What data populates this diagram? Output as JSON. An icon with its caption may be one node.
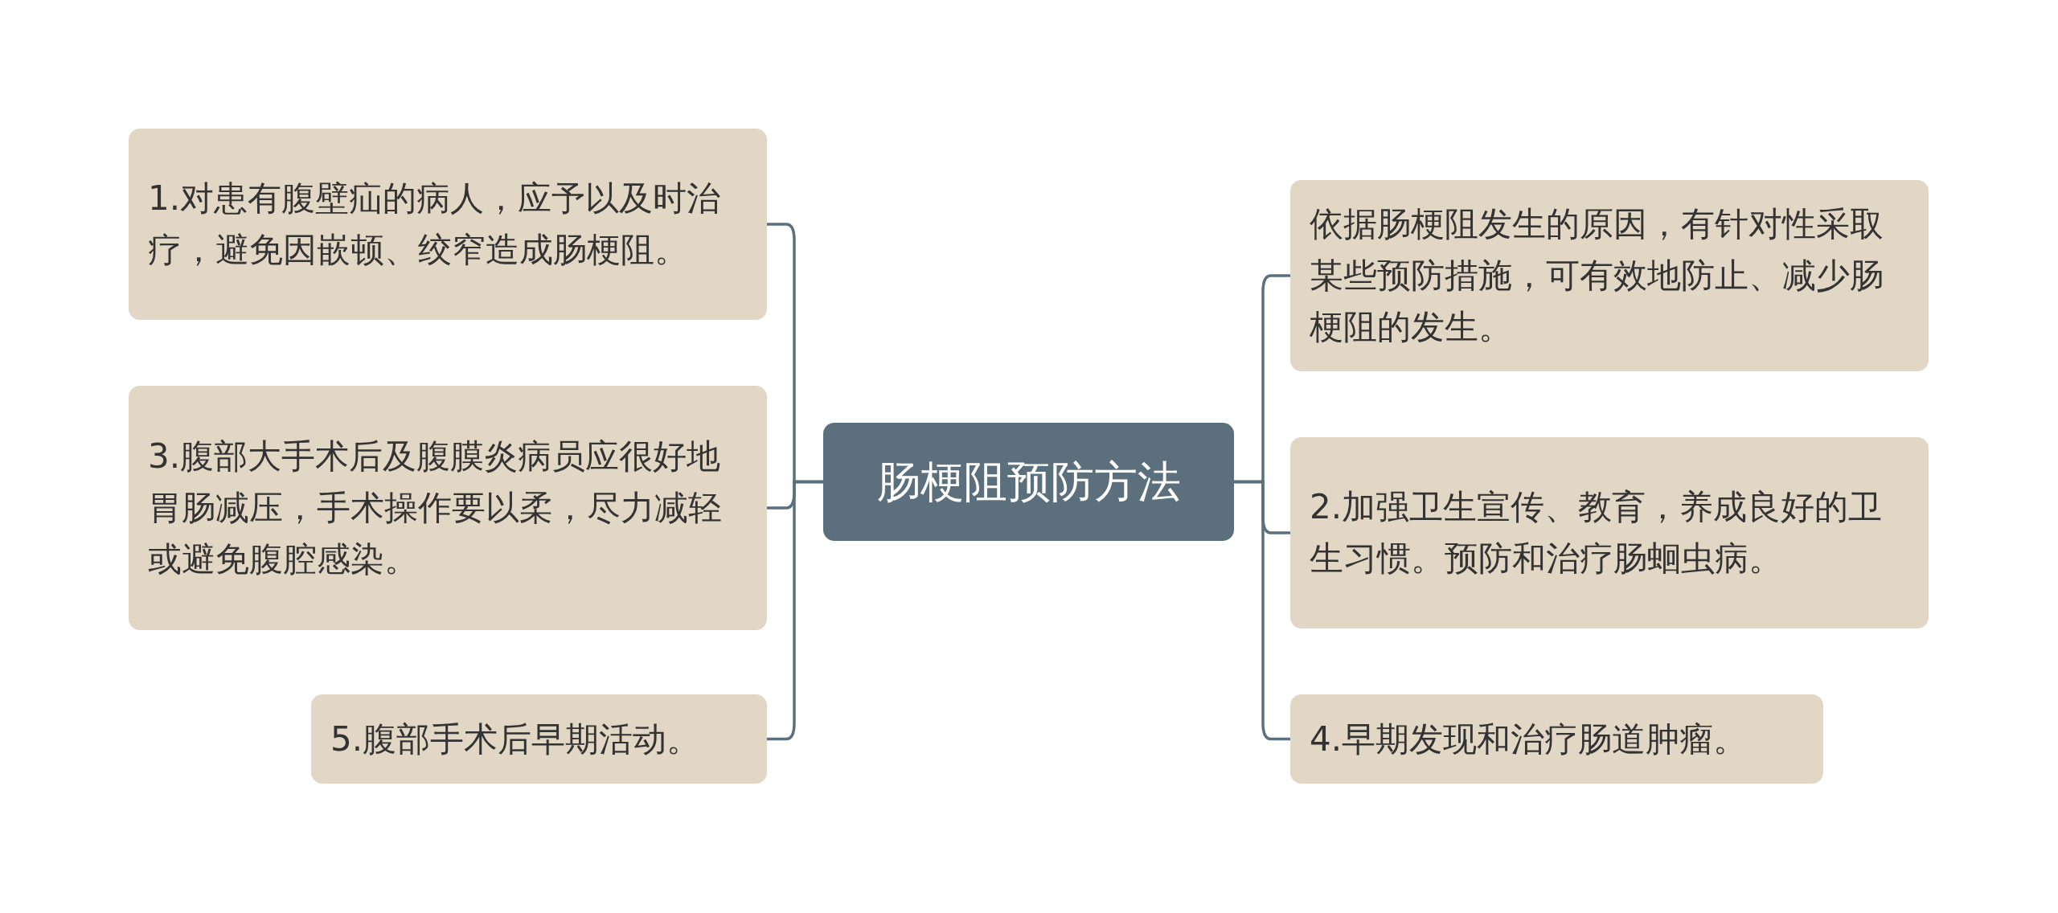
{
  "diagram": {
    "nodes": [
      {
        "text": [
          "肠梗阻预防方法"
        ]
      },
      {
        "text": [
          "1.对患有腹壁疝的病人，应予以及时治疗，避免因嵌顿、绞窄造成肠梗阻。"
        ]
      },
      {
        "text": [
          "3.腹部大手术后及腹膜炎病员应很好地胃肠减压，手术操作要以柔，尽力减轻或避免腹腔感染。"
        ]
      },
      {
        "text": [
          "5.腹部手术后早期活动。"
        ]
      },
      {
        "text": [
          "依据肠梗阻发生的原因，有针对性采取某些预防措施，可有效地防止、减少肠梗阻的发生。"
        ]
      },
      {
        "text": [
          "2.加强卫生宣传、教育，养成良好的卫生习惯。预防和治疗肠蛔虫病。"
        ]
      },
      {
        "text": [
          "4.早期发现和治疗肠道肿瘤。"
        ]
      }
    ],
    "edges": [
      {
        "from": 0,
        "to": 1,
        "arrow": "none"
      },
      {
        "from": 0,
        "to": 2,
        "arrow": "none"
      },
      {
        "from": 0,
        "to": 3,
        "arrow": "none"
      },
      {
        "from": 0,
        "to": 4,
        "arrow": "none"
      },
      {
        "from": 0,
        "to": 5,
        "arrow": "none"
      },
      {
        "from": 0,
        "to": 6,
        "arrow": "none"
      }
    ]
  }
}
